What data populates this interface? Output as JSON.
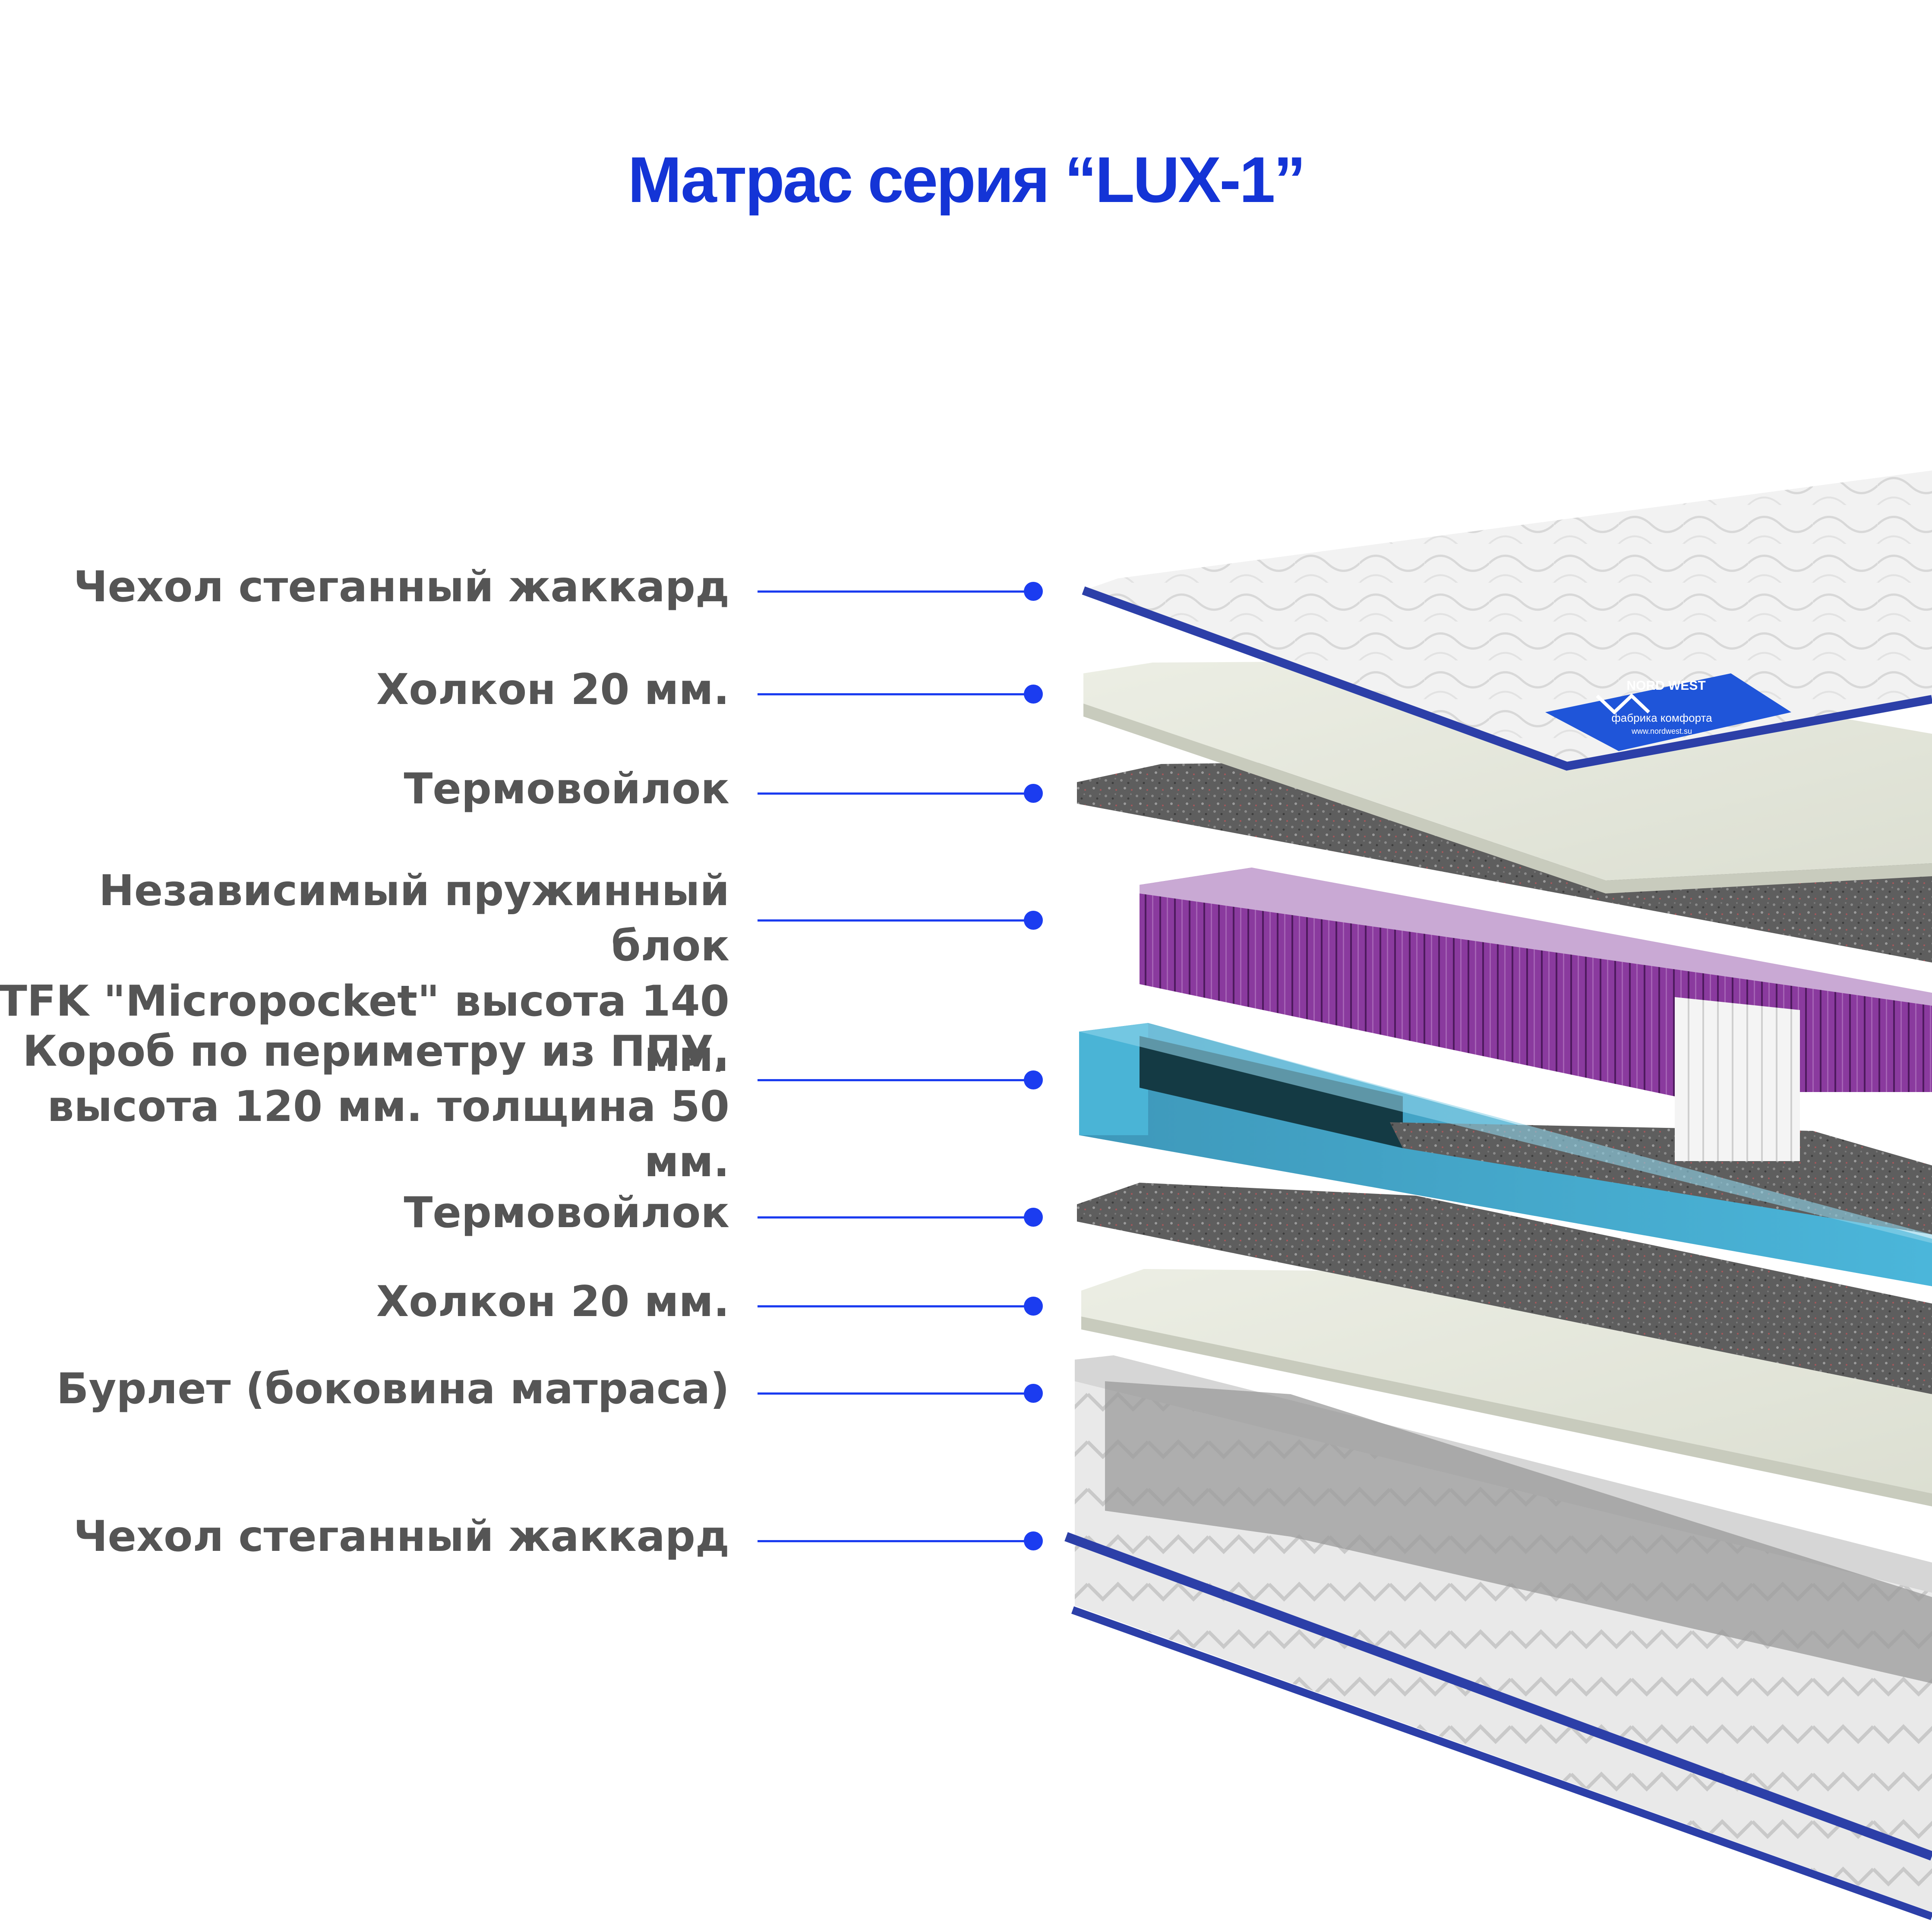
{
  "title": "Матрас серия “LUX-1”",
  "layers": [
    {
      "lines": [
        "Чехол стеганный жаккард"
      ]
    },
    {
      "lines": [
        "Холкон 20 мм."
      ]
    },
    {
      "lines": [
        "Термовойлок"
      ]
    },
    {
      "lines": [
        "Независимый пружинный блок",
        "TFK \"Micropocket\" высота 140 мм."
      ]
    },
    {
      "lines": [
        "Короб по периметру из ППУ,",
        "высота 120 мм. толщина 50 мм."
      ]
    },
    {
      "lines": [
        "Термовойлок"
      ]
    },
    {
      "lines": [
        "Холкон 20 мм."
      ]
    },
    {
      "lines": [
        "Бурлет (боковина матраса)"
      ]
    },
    {
      "lines": [
        "Чехол стеганный жаккард"
      ]
    }
  ],
  "brand": {
    "name": "NORD WEST",
    "tagline": "фабрика комфорта",
    "site": "www.nordwest.su"
  },
  "colors": {
    "title": "#1434d6",
    "leader": "#1b3cf0",
    "label": "#555555",
    "piping": "#2c3fa8",
    "brand_tag": "#1f55d9",
    "foam_box": "#4ab4d6",
    "springs": "#7a2d8e"
  }
}
